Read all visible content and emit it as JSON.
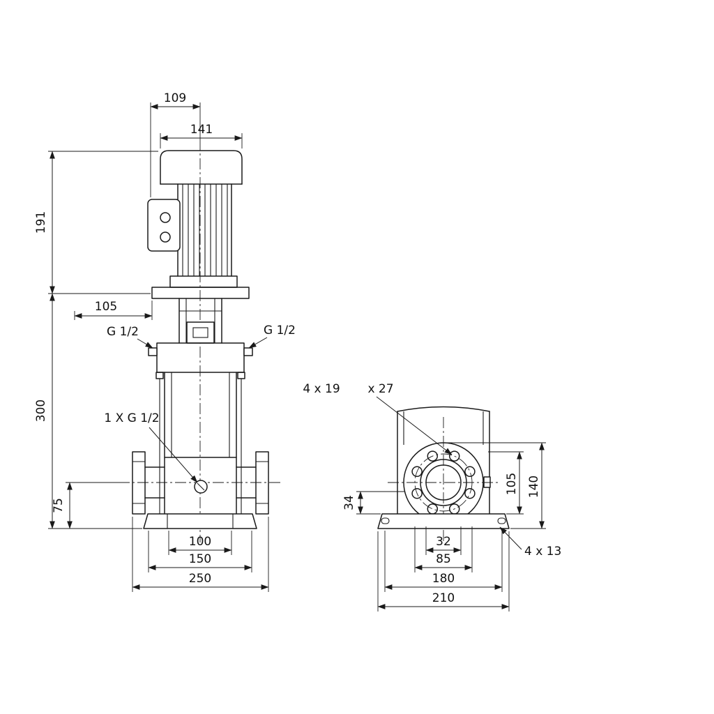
{
  "front_view": {
    "d109": "109",
    "d141": "141",
    "d191": "191",
    "d105_top": "105",
    "d300": "300",
    "d75": "75",
    "d100": "100",
    "d150": "150",
    "d250": "250",
    "port_left": "G 1/2",
    "port_right": "G 1/2",
    "drain_port": "1 X G 1/2"
  },
  "end_view": {
    "flange_holes": "4 x 19",
    "flange_counterbore": "x 27",
    "d34": "34",
    "d105_side": "105",
    "d140": "140",
    "d32": "32",
    "d85": "85",
    "d180": "180",
    "d210": "210",
    "base_holes": "4 x 13"
  }
}
